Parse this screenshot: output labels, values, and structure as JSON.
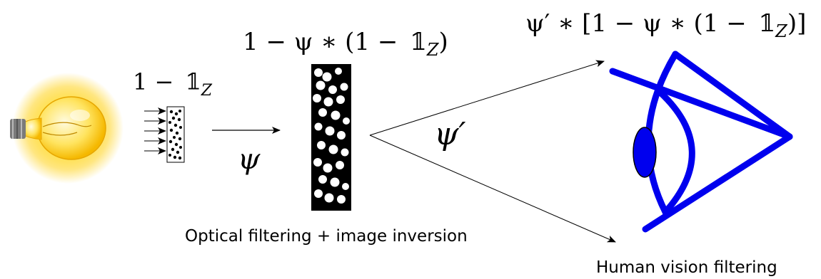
{
  "labels": {
    "indicator": {
      "one": "1 −",
      "bb": "𝟙",
      "sub": "Z"
    },
    "filtered": {
      "prefix": "1 − ψ ∗ (1 −",
      "bb": "𝟙",
      "sub": "Z",
      "suffix": ")"
    },
    "psi": "ψ",
    "psi_prime": "ψ′",
    "final": {
      "prefix": "ψ′ ∗ [1 − ψ ∗ (1 −",
      "bb": "𝟙",
      "sub": "Z",
      "suffix": ")]"
    },
    "caption_optical": "Optical filtering + image inversion",
    "caption_vision": "Human vision filtering"
  },
  "colors": {
    "eye": "#0000ee",
    "bulb_glow": "#ffe14a",
    "ink": "#000000"
  }
}
